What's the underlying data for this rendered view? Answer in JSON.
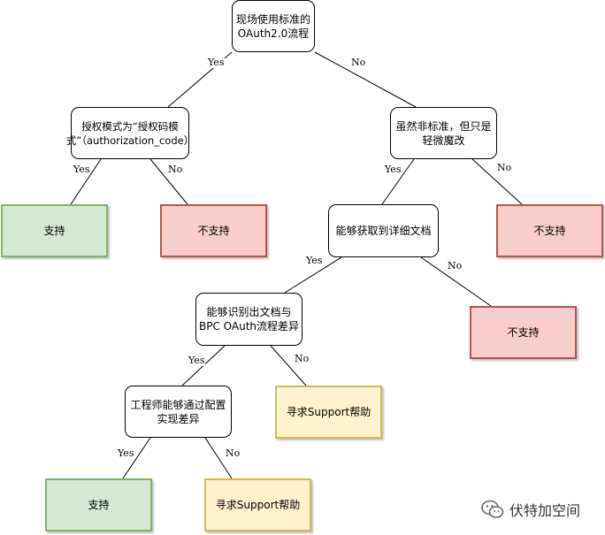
{
  "nodes": {
    "n1": "现场使用标准的\nOAuth2.0流程",
    "n2": "授权模式为“授权码模\n式”（authorization_code）",
    "n3": "虽然非标准，但只是\n轻微魔改",
    "n4": "支持",
    "n5": "不支持",
    "n6": "能够获取到详细文档",
    "n7": "不支持",
    "n8": "能够识别出文档与\nBPC OAuth流程差异",
    "n9": "不支持",
    "n10": "工程师能够通过配置\n实现差异",
    "n11": "寻求Support帮助",
    "n12": "支持",
    "n13": "寻求Support帮助"
  },
  "edge_labels": {
    "e1": "Yes",
    "e2": "No",
    "e3": "Yes",
    "e4": "No",
    "e5": "Yes",
    "e6": "No",
    "e7": "Yes",
    "e8": "No",
    "e9": "Yes",
    "e10": "No",
    "e11": "Yes",
    "e12": "No"
  },
  "watermark": {
    "text": "伏特加空间",
    "icon": "wechat-icon"
  }
}
